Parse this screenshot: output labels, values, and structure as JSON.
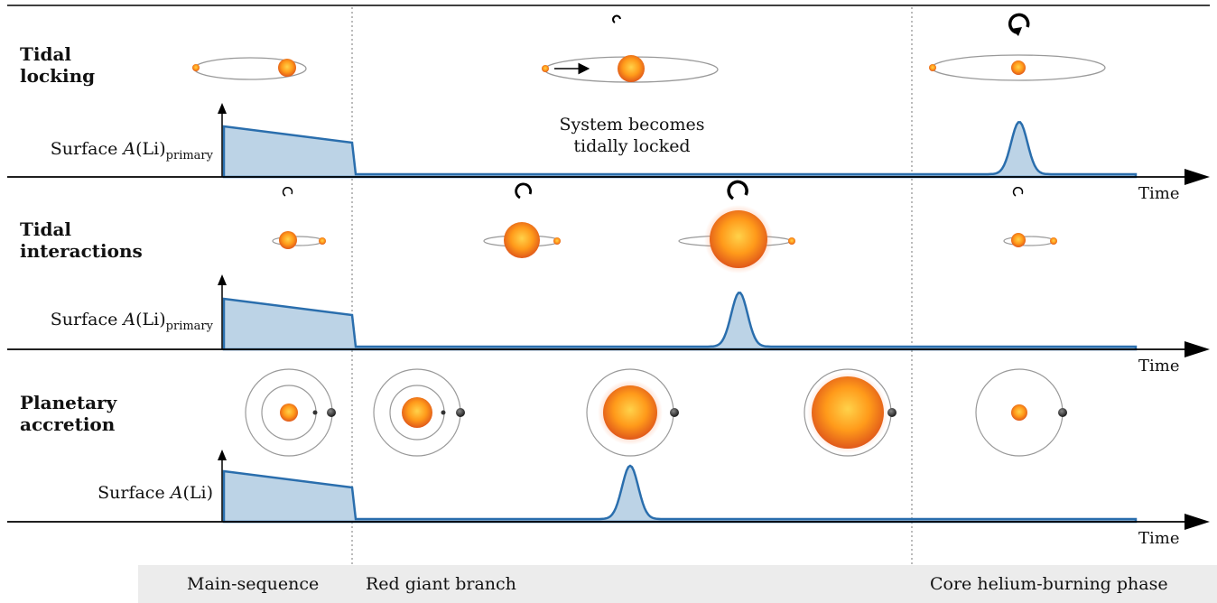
{
  "rows": [
    {
      "title_line1": "Tidal",
      "title_line2": "locking",
      "ylabel_main": "Surface ",
      "ylabel_A": "A",
      "ylabel_paren": "(Li)",
      "ylabel_sub": "primary",
      "time_label": "Time",
      "annotation_line1": "System becomes",
      "annotation_line2": "tidally locked"
    },
    {
      "title_line1": "Tidal",
      "title_line2": "interactions",
      "ylabel_main": "Surface ",
      "ylabel_A": "A",
      "ylabel_paren": "(Li)",
      "ylabel_sub": "primary",
      "time_label": "Time"
    },
    {
      "title_line1": "Planetary",
      "title_line2": "accretion",
      "ylabel_main": "Surface ",
      "ylabel_A": "A",
      "ylabel_paren": "(Li)",
      "ylabel_sub": "",
      "time_label": "Time"
    }
  ],
  "phases": [
    "Main-sequence",
    "Red giant branch",
    "Core helium-burning phase"
  ],
  "colors": {
    "curve": "#2a6ead",
    "fill": "#bcd3e6",
    "star_core": "#ffb020",
    "star_edge": "#e0581a",
    "orbit": "#9a9a9a",
    "planet": "#333333",
    "phase_bg": "#ececec"
  },
  "chart_data": [
    {
      "type": "area",
      "title": "Tidal locking",
      "ylabel": "Surface A(Li)primary",
      "xlabel": "Time",
      "segments": [
        {
          "phase": "Main-sequence",
          "trend": "high, slowly declining"
        },
        {
          "phase": "Red giant branch",
          "trend": "depleted"
        },
        {
          "phase": "Core helium-burning phase",
          "trend": "single Li spike after tidal locking"
        }
      ]
    },
    {
      "type": "area",
      "title": "Tidal interactions",
      "ylabel": "Surface A(Li)primary",
      "xlabel": "Time",
      "segments": [
        {
          "phase": "Main-sequence",
          "trend": "high, slowly declining"
        },
        {
          "phase": "Red giant branch",
          "trend": "depleted with spike near upper RGB"
        },
        {
          "phase": "Core helium-burning phase",
          "trend": "depleted"
        }
      ]
    },
    {
      "type": "area",
      "title": "Planetary accretion",
      "ylabel": "Surface A(Li)",
      "xlabel": "Time",
      "segments": [
        {
          "phase": "Main-sequence",
          "trend": "high, slowly declining"
        },
        {
          "phase": "Red giant branch",
          "trend": "depleted with spike mid RGB"
        },
        {
          "phase": "Core helium-burning phase",
          "trend": "depleted"
        }
      ]
    }
  ]
}
